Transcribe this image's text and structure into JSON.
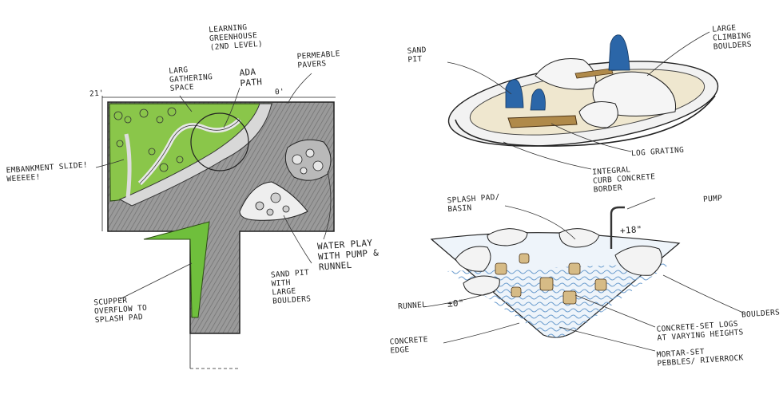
{
  "labels": {
    "learning_greenhouse": "LEARNING\nGREENHOUSE\n(2ND LEVEL)",
    "large_gathering_space": "LARG\nGATHERING\nSPACE",
    "ada_path": "ADA\nPATH",
    "permeable_pavers": "PERMEABLE\nPAVERS",
    "embankment_slide": "EMBANKMENT SLIDE!\nWEEEEE!",
    "water_play": "WATER PLAY\nWITH PUMP &\nRUNNEL",
    "sand_pit_boulders": "SAND PIT\nWITH\nLARGE\nBOULDERS",
    "scupper": "SCUPPER\nOVERFLOW TO\nSPLASH PAD",
    "sand_pit": "SAND\nPIT",
    "large_climbing_boulders": "LARGE\nCLIMBING\nBOULDERS",
    "log_grating": "LOG GRATING",
    "integral_curb": "INTEGRAL\nCURB CONCRETE\nBORDER",
    "splash_pad": "SPLASH PAD/\nBASIN",
    "pump": "PUMP",
    "plus_18": "+18\"",
    "runnel": "RUNNEL",
    "zero": "±0\"",
    "boulders": "BOULDERS",
    "concrete_logs": "CONCRETE-SET LOGS\nAT VARYING HEIGHTS",
    "concrete_edge": "CONCRETE\nEDGE",
    "mortar_pebbles": "MORTAR-SET\nPEBBLES/ RIVERROCK"
  },
  "dimensions": {
    "left": "21'",
    "top": "0'"
  },
  "colors": {
    "grass": "#7fc241",
    "paving": "#8c8c8c",
    "figure_blue": "#2b66a8",
    "sand": "#efe7cf",
    "ink": "#222222"
  }
}
